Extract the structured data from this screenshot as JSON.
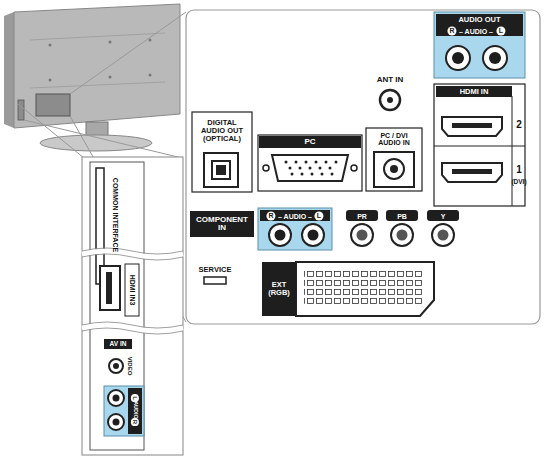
{
  "diagram": {
    "nodes": [
      {
        "text": [
          "AUDIO OUT"
        ]
      },
      {
        "text": [
          "HDMI IN"
        ]
      },
      {
        "text": [
          "DIGITAL AUDIO OUT (OPTICAL)"
        ]
      },
      {
        "text": [
          "PC"
        ]
      },
      {
        "text": [
          "PC / DVI AUDIO IN"
        ]
      },
      {
        "text": [
          "COMPONENT IN"
        ]
      },
      {
        "text": [
          "EXT (RGB)"
        ]
      },
      {
        "text": [
          "AV IN"
        ]
      }
    ],
    "labels": [
      "R",
      "– AUDIO –",
      "L",
      "ANT IN",
      "2",
      "1",
      "(DVI)",
      "R",
      "– AUDIO –",
      "L",
      "PR",
      "PB",
      "Y",
      "SERVICE",
      "COMMON INTERFACE",
      "HDMI IN3",
      "VIDEO",
      "L",
      "AUDIO",
      "R"
    ]
  }
}
